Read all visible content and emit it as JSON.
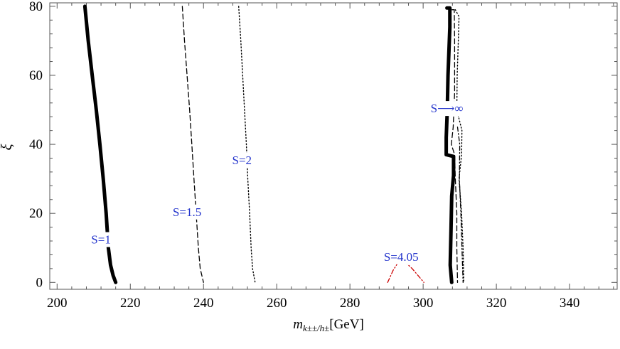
{
  "chart_data": {
    "type": "line",
    "title": "",
    "xlabel_main": "m",
    "xlabel_sub": "k±±/h±",
    "xlabel_unit": "[GeV]",
    "ylabel": "ξ",
    "xlim": [
      198,
      353
    ],
    "ylim": [
      -2,
      81
    ],
    "xticks": [
      200,
      220,
      240,
      260,
      280,
      300,
      320,
      340
    ],
    "yticks": [
      0,
      20,
      40,
      60,
      80
    ],
    "grid": false,
    "label_color": "#2233cc",
    "series": [
      {
        "name": "S=1",
        "style": "thick",
        "color": "#000000",
        "label": {
          "text": "S=1",
          "x": 212,
          "y": 12.5
        },
        "points": [
          [
            207.6,
            80
          ],
          [
            208.5,
            70
          ],
          [
            209.6,
            60
          ],
          [
            210.7,
            50
          ],
          [
            211.7,
            40
          ],
          [
            212.6,
            30
          ],
          [
            213.4,
            20
          ],
          [
            214,
            10
          ],
          [
            214.6,
            5
          ],
          [
            215.3,
            2
          ],
          [
            216,
            0
          ]
        ]
      },
      {
        "name": "S=1.5",
        "style": "dashed",
        "color": "#000000",
        "label": {
          "text": "S=1.5",
          "x": 235.5,
          "y": 20.5
        },
        "points": [
          [
            234.2,
            80
          ],
          [
            234.8,
            70
          ],
          [
            235.5,
            60
          ],
          [
            236.2,
            50
          ],
          [
            236.8,
            40
          ],
          [
            237.4,
            30
          ],
          [
            238,
            20
          ],
          [
            238.6,
            10
          ],
          [
            239.1,
            4
          ],
          [
            240,
            0
          ]
        ]
      },
      {
        "name": "S=2",
        "style": "dotted",
        "color": "#000000",
        "label": {
          "text": "S=2",
          "x": 250.5,
          "y": 35.5
        },
        "points": [
          [
            249.6,
            80
          ],
          [
            250.2,
            70
          ],
          [
            250.7,
            60
          ],
          [
            251.2,
            50
          ],
          [
            251.7,
            40
          ],
          [
            252.1,
            30
          ],
          [
            252.6,
            20
          ],
          [
            253,
            10
          ],
          [
            253.4,
            4
          ],
          [
            254.1,
            0
          ]
        ]
      },
      {
        "name": "S=4.05",
        "style": "dashdot",
        "color": "#cc0000",
        "label": {
          "text": "S=4.05",
          "x": 294,
          "y": 7.5
        },
        "points": [
          [
            290.3,
            0
          ],
          [
            291.8,
            3.5
          ],
          [
            293.3,
            6
          ],
          [
            295,
            6
          ],
          [
            297,
            4
          ],
          [
            299,
            1.5
          ],
          [
            300.2,
            0
          ]
        ]
      },
      {
        "name": "S→∞ (thick)",
        "style": "thick",
        "color": "#000000",
        "label": {
          "text": "S⟶∞",
          "x": 306.5,
          "y": 50.5
        },
        "points": [
          [
            306.5,
            79.5
          ],
          [
            307.3,
            79.5
          ],
          [
            307.3,
            74
          ],
          [
            306.8,
            60
          ],
          [
            306.6,
            50
          ],
          [
            306.3,
            42
          ],
          [
            306.3,
            37
          ],
          [
            308.3,
            36.5
          ],
          [
            308.3,
            31
          ],
          [
            307.8,
            25
          ],
          [
            307.6,
            15
          ],
          [
            307.4,
            5
          ],
          [
            307.8,
            0
          ]
        ]
      },
      {
        "name": "S→∞ (dashed)",
        "style": "dashed",
        "color": "#000000",
        "label": null,
        "points": [
          [
            307.9,
            79
          ],
          [
            308.5,
            79
          ],
          [
            308.6,
            70
          ],
          [
            308.6,
            55
          ],
          [
            308.2,
            45
          ],
          [
            307.7,
            40
          ],
          [
            308.6,
            37
          ],
          [
            308.8,
            30
          ],
          [
            309.2,
            20
          ],
          [
            309.2,
            10
          ],
          [
            309.4,
            0
          ]
        ]
      },
      {
        "name": "S→∞ (dotted)",
        "style": "dotted",
        "color": "#000000",
        "label": null,
        "points": [
          [
            308.8,
            79
          ],
          [
            309.8,
            77
          ],
          [
            309.6,
            70
          ],
          [
            309.3,
            60
          ],
          [
            309.2,
            50
          ],
          [
            310.6,
            44
          ],
          [
            310.5,
            37
          ],
          [
            309.8,
            30
          ],
          [
            310.5,
            20
          ],
          [
            310.9,
            10
          ],
          [
            311.1,
            0
          ]
        ]
      },
      {
        "name": "S→∞ (dashdot)",
        "style": "dashdot",
        "color": "#000000",
        "label": null,
        "points": [
          [
            309.4,
            45
          ],
          [
            310,
            40
          ],
          [
            309.9,
            30
          ],
          [
            310.3,
            20
          ],
          [
            310.6,
            10
          ],
          [
            310.9,
            0
          ]
        ]
      }
    ]
  }
}
